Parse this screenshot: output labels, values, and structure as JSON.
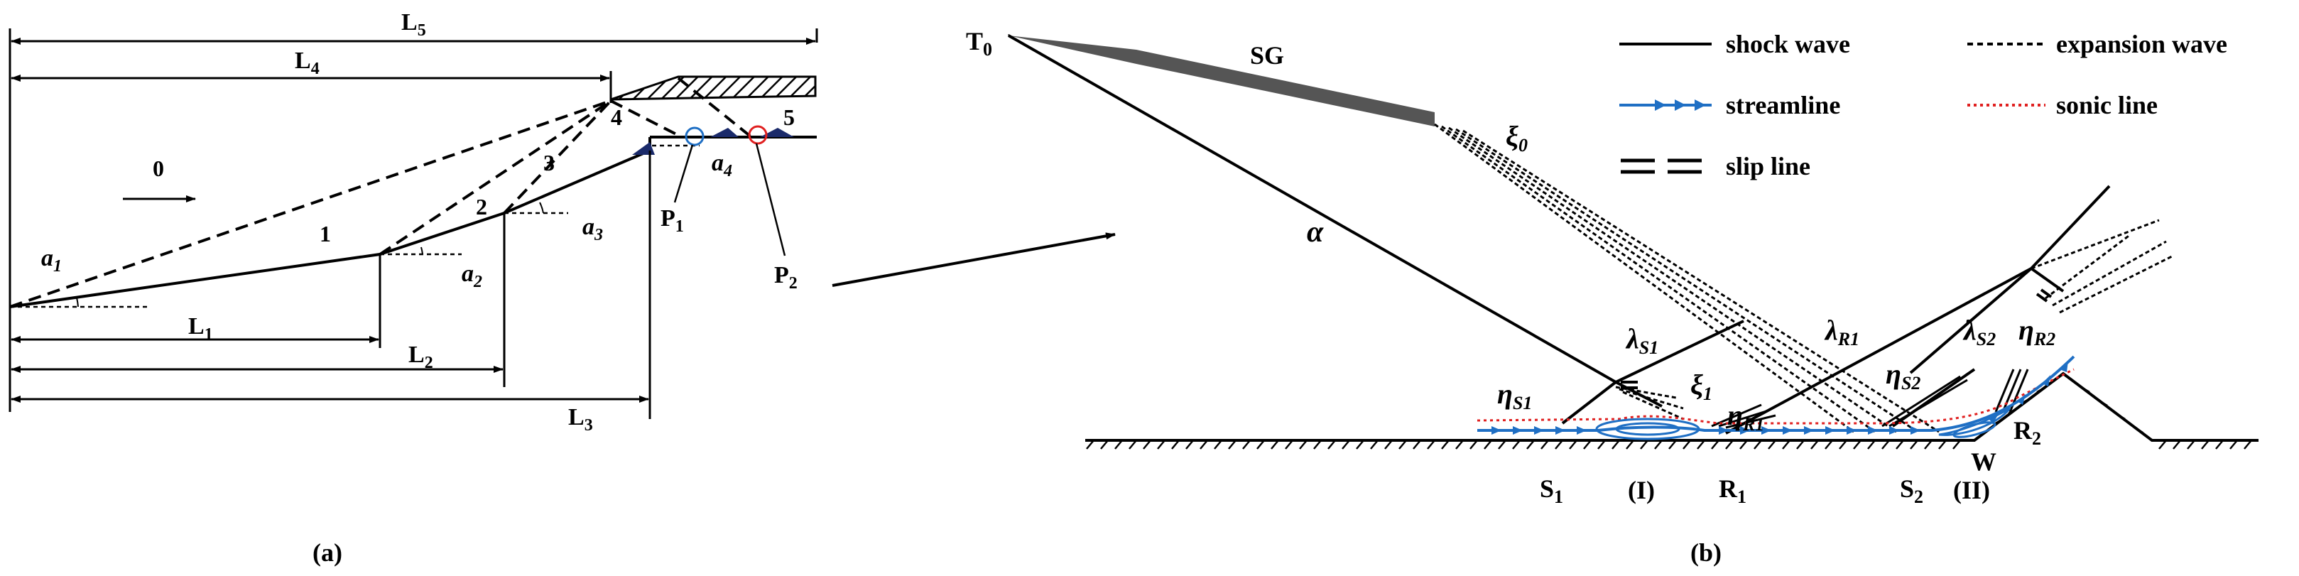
{
  "panel_a": {
    "caption": "(a)",
    "lengths": [
      "L",
      "L",
      "L",
      "L",
      "L"
    ],
    "length_subs": [
      "1",
      "2",
      "3",
      "4",
      "5"
    ],
    "regions": [
      "0",
      "1",
      "2",
      "3",
      "4",
      "5"
    ],
    "angles": [
      "a",
      "a",
      "a",
      "a"
    ],
    "angle_subs": [
      "1",
      "2",
      "3",
      "4"
    ],
    "points": [
      "P",
      "P"
    ],
    "point_subs": [
      "1",
      "2"
    ]
  },
  "panel_b": {
    "caption": "(b)",
    "t0": "T",
    "t0_sub": "0",
    "sg": "SG",
    "xi0": "ξ",
    "xi0_sub": "0",
    "alpha": "α",
    "lambda_s1": "λ",
    "lambda_s1_sub": "S1",
    "lambda_r1": "λ",
    "lambda_r1_sub": "R1",
    "lambda_s2": "λ",
    "lambda_s2_sub": "S2",
    "eta_s1": "η",
    "eta_s1_sub": "S1",
    "eta_s2": "η",
    "eta_s2_sub": "S2",
    "eta_r1": "η",
    "eta_r1_sub": "R1",
    "eta_r2": "η",
    "eta_r2_sub": "R2",
    "xi1": "ξ",
    "xi1_sub": "1",
    "s1": "S",
    "s1_sub": "1",
    "r1": "R",
    "r1_sub": "1",
    "s2": "S",
    "s2_sub": "2",
    "r2": "R",
    "r2_sub": "2",
    "w": "W",
    "bubble1": "(I)",
    "bubble2": "(II)"
  },
  "legend": {
    "shock": "shock wave",
    "expansion": "expansion wave",
    "streamline": "streamline",
    "sonic": "sonic line",
    "slip": "slip line"
  },
  "colors": {
    "line": "#000000",
    "streamline": "#1f6fc4",
    "sonic": "#e02020",
    "p1_marker": "#1f6fc4",
    "p2_marker": "#e02020",
    "separation": "#1a2a6a"
  }
}
